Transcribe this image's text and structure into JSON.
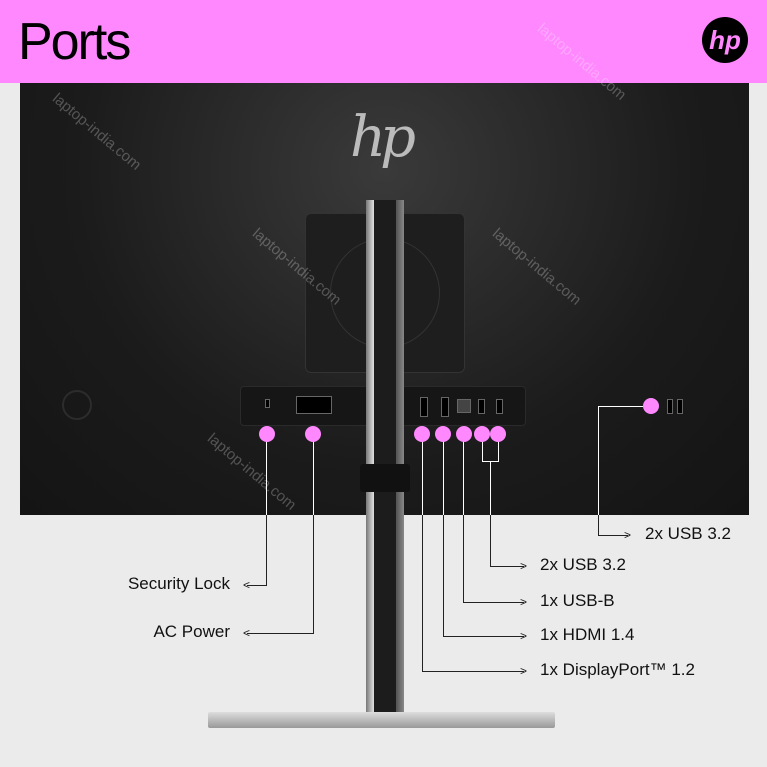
{
  "header": {
    "title": "Ports",
    "brand": "hp"
  },
  "watermark": "laptop-india.com",
  "callouts": {
    "security_lock": "Security Lock",
    "ac_power": "AC Power",
    "usb_side": "2x USB 3.2",
    "usb_rear": "2x USB 3.2",
    "usb_b": "1x USB-B",
    "hdmi": "1x HDMI 1.4",
    "displayport": "1x DisplayPort™ 1.2"
  },
  "colors": {
    "accent": "#ff88ff"
  }
}
